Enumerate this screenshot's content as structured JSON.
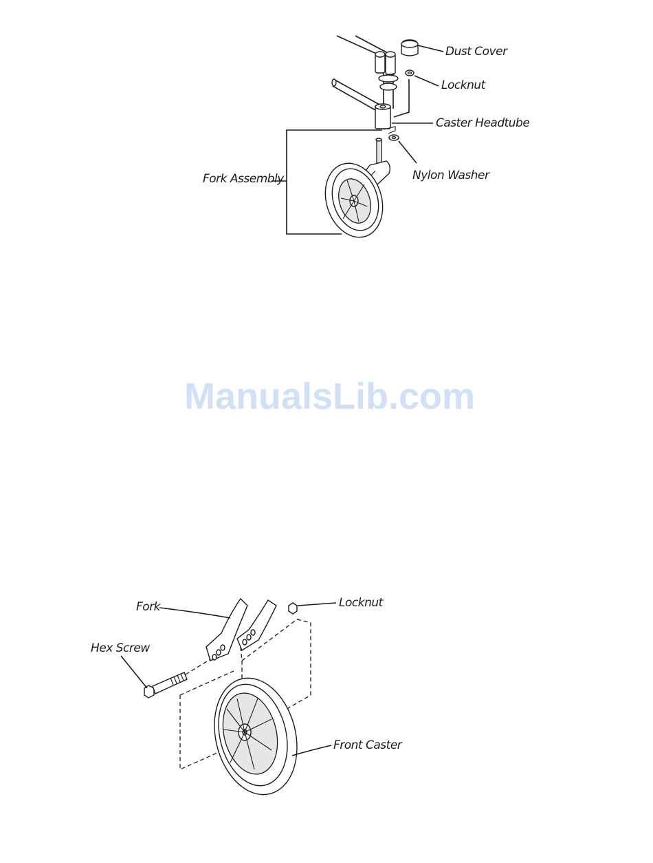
{
  "upper_diagram": {
    "labels": {
      "dust_cover": "Dust Cover",
      "locknut": "Locknut",
      "caster_headtube": "Caster Headtube",
      "nylon_washer": "Nylon Washer",
      "fork_assembly": "Fork Assembly"
    }
  },
  "watermark": "ManualsLib.com",
  "lower_diagram": {
    "labels": {
      "fork": "Fork",
      "locknut": "Locknut",
      "hex_screw": "Hex Screw",
      "front_caster": "Front Caster"
    }
  }
}
